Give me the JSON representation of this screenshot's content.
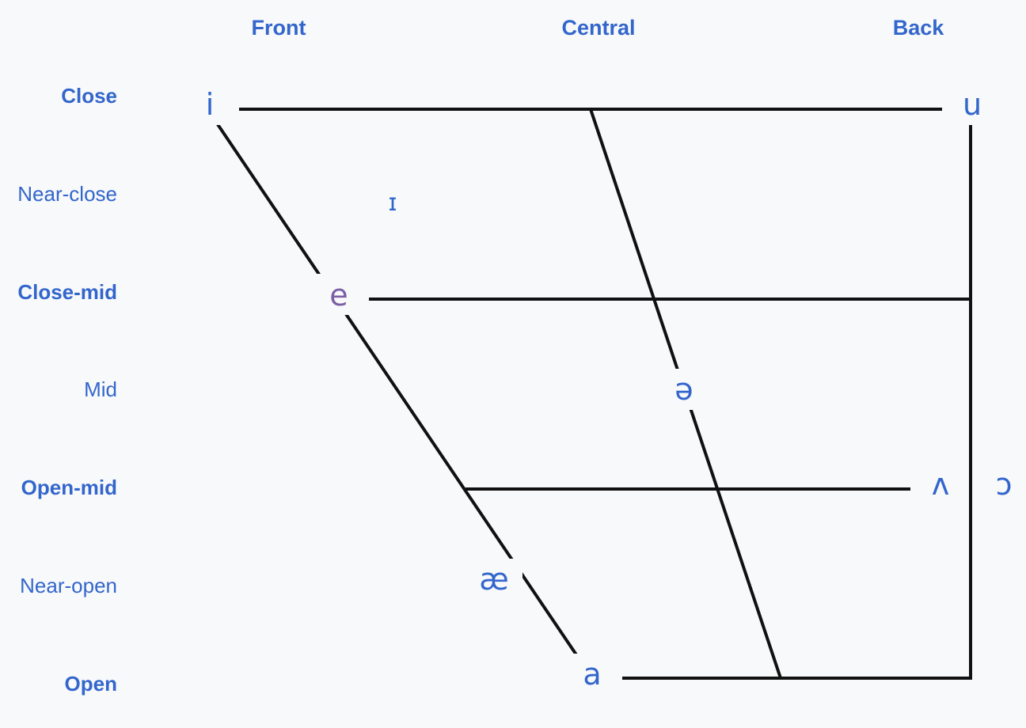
{
  "columns": {
    "front": "Front",
    "central": "Central",
    "back": "Back"
  },
  "rows": {
    "close": "Close",
    "near_close": "Near-close",
    "close_mid": "Close-mid",
    "mid": "Mid",
    "open_mid": "Open-mid",
    "near_open": "Near-open",
    "open": "Open"
  },
  "vowels": {
    "i": "i",
    "u": "u",
    "small_cap_i": "ɪ",
    "e": "e",
    "schwa": "ə",
    "wedge": "ʌ",
    "open_o": "ɔ",
    "ash": "æ",
    "a": "a"
  },
  "colors": {
    "label": "#3366cc",
    "vowel": "#3366cc",
    "vowel_e": "#7b5ea7",
    "line": "#111111",
    "background": "#f8f9fa"
  }
}
